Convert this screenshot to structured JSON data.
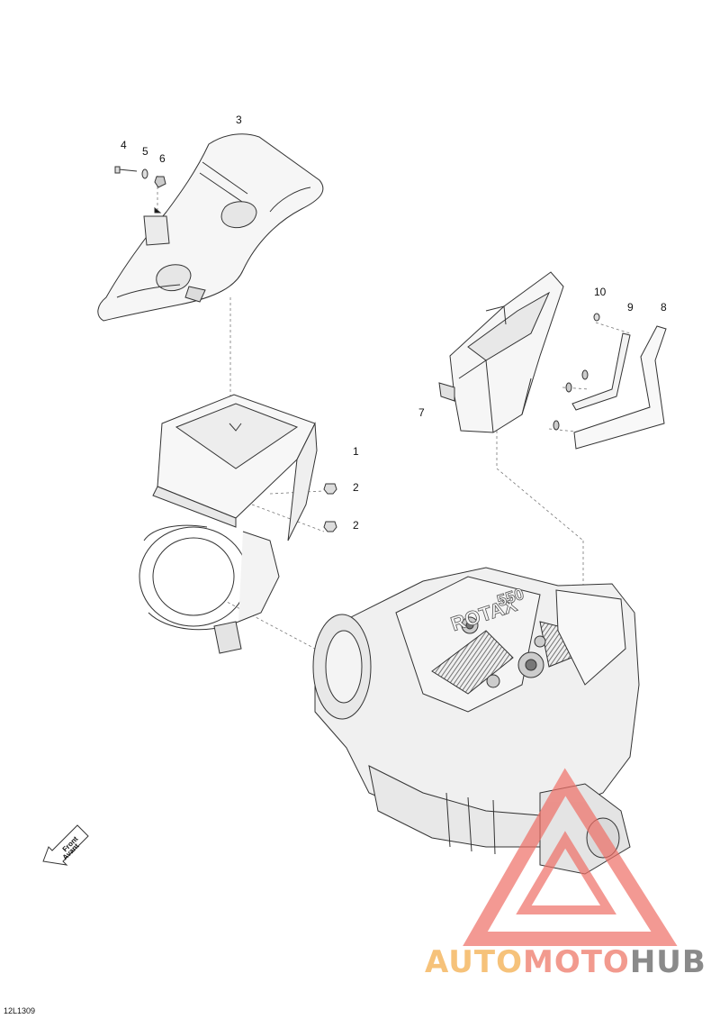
{
  "diagram": {
    "callouts": [
      "1",
      "2",
      "2",
      "3",
      "4",
      "5",
      "6",
      "7",
      "8",
      "9",
      "10"
    ],
    "front_label": "Front",
    "front_label_fr": "Avant",
    "engine_text": "ROTAX",
    "engine_numbers": "550",
    "drawing_code": "12L1309"
  },
  "watermark": {
    "part1": "AUTO",
    "part2": "MOTO",
    "part3": "HUB",
    "colors": {
      "auto": "#f6c27a",
      "moto": "#f29a8e",
      "hub": "#8a8a8a",
      "triangle": "#ef6f66"
    }
  }
}
